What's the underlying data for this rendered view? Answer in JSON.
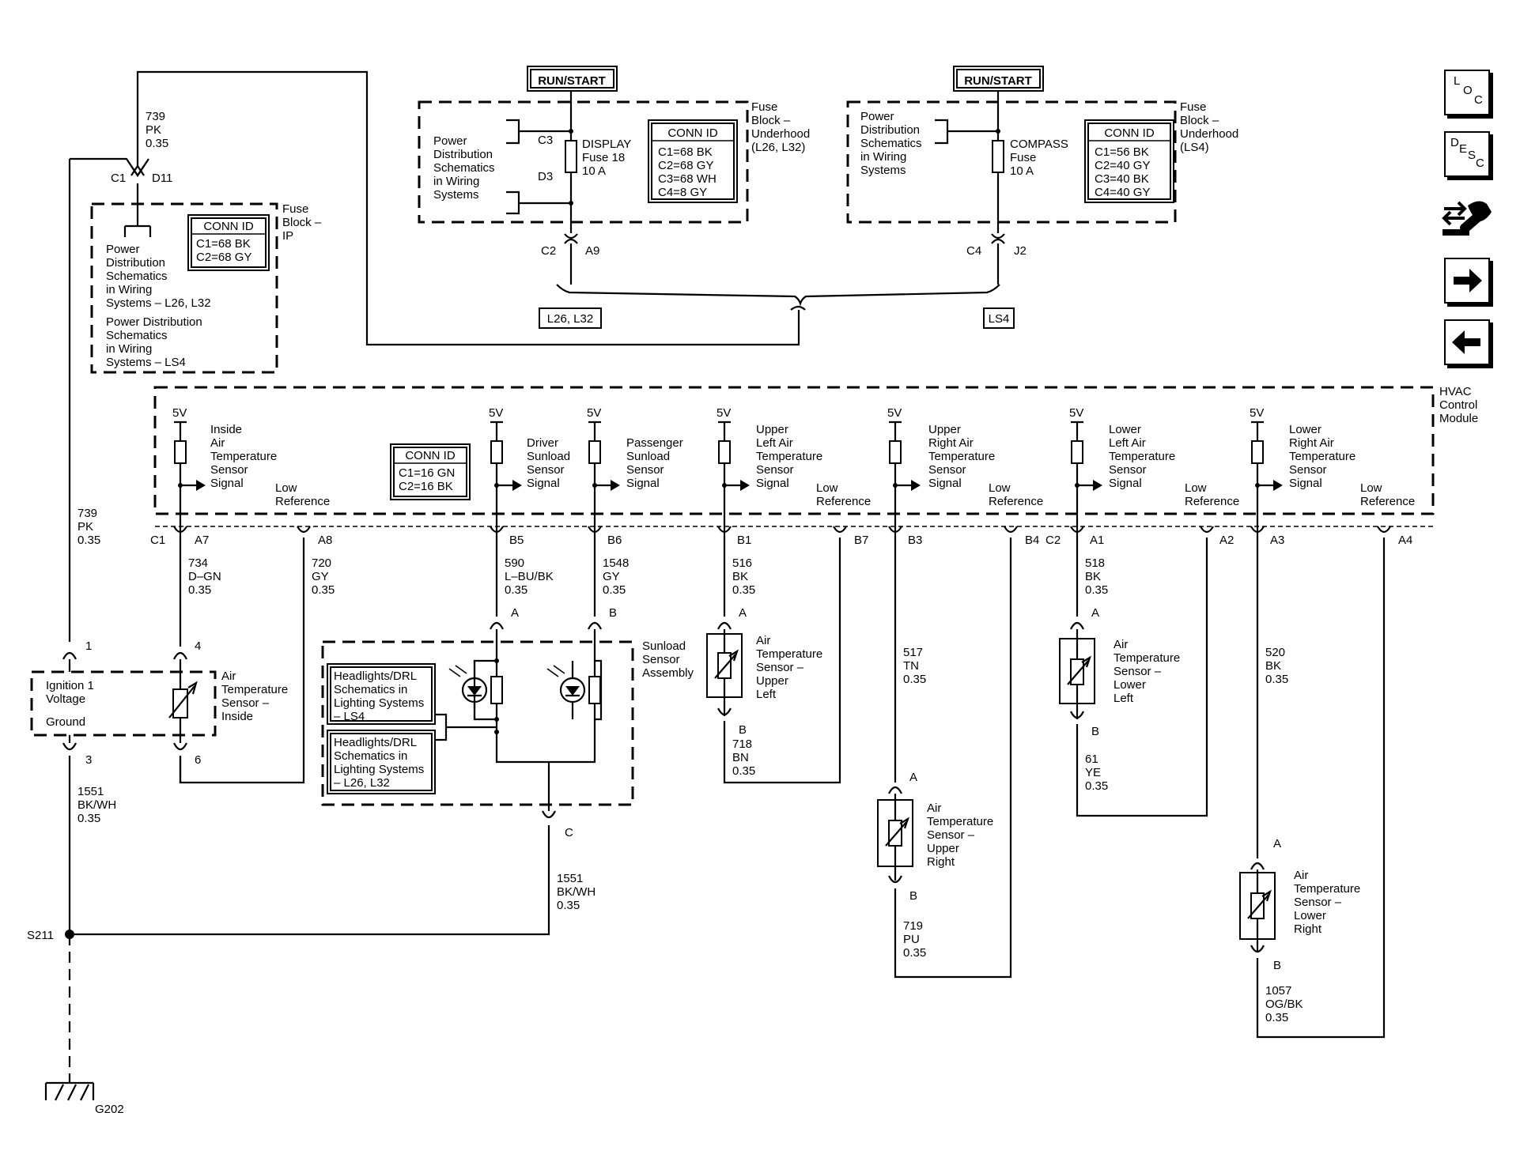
{
  "nav": {
    "loc": [
      "L",
      "O",
      "C"
    ],
    "desc": [
      "D",
      "E",
      "S",
      "C"
    ]
  },
  "top": {
    "runstart_left": "RUN/START",
    "runstart_right": "RUN/START",
    "fuse_underhood_left": [
      "Fuse",
      "Block –",
      "Underhood",
      "(L26, L32)"
    ],
    "fuse_underhood_right": [
      "Fuse",
      "Block –",
      "Underhood",
      "(LS4)"
    ],
    "pds_left": [
      "Power",
      "Distribution",
      "Schematics",
      "in Wiring",
      "Systems"
    ],
    "pds_right": [
      "Power",
      "Distribution",
      "Schematics",
      "in Wiring",
      "Systems"
    ],
    "display_fuse": [
      "DISPLAY",
      "Fuse 18",
      "10 A"
    ],
    "compass_fuse": [
      "COMPASS",
      "Fuse",
      "10 A"
    ],
    "c3": "C3",
    "d3": "D3",
    "c2": "C2",
    "a9": "A9",
    "c4": "C4",
    "j2": "J2",
    "l26": "L26, L32",
    "ls4": "LS4",
    "conn_left": {
      "title": "CONN ID",
      "rows": [
        "C1=68 BK",
        "C2=68 GY",
        "C3=68 WH",
        "C4=8 GY"
      ]
    },
    "conn_right": {
      "title": "CONN ID",
      "rows": [
        "C1=56 BK",
        "C2=40 GY",
        "C3=40 BK",
        "C4=40 GY"
      ]
    }
  },
  "ip": {
    "fuse_block_ip": [
      "Fuse",
      "Block –",
      "IP"
    ],
    "conn": {
      "title": "CONN ID",
      "rows": [
        "C1=68 BK",
        "C2=68 GY"
      ]
    },
    "pds1": [
      "Power",
      "Distribution",
      "Schematics",
      "in Wiring",
      "Systems – L26, L32"
    ],
    "pds2": [
      "Power Distribution",
      "Schematics",
      "in Wiring",
      "Systems – LS4"
    ],
    "wire739": [
      "739",
      "PK",
      "0.35"
    ],
    "c1": "C1",
    "d11": "D11"
  },
  "hvac": {
    "module": [
      "HVAC",
      "Control",
      "Module"
    ],
    "conn": {
      "title": "CONN ID",
      "rows": [
        "C1=16 GN",
        "C2=16 BK"
      ]
    },
    "v5": "5V",
    "sig_inside": [
      "Inside",
      "Air",
      "Temperature",
      "Sensor",
      "Signal"
    ],
    "sig_driver": [
      "Driver",
      "Sunload",
      "Sensor",
      "Signal"
    ],
    "sig_pass": [
      "Passenger",
      "Sunload",
      "Sensor",
      "Signal"
    ],
    "sig_ul": [
      "Upper",
      "Left Air",
      "Temperature",
      "Sensor",
      "Signal"
    ],
    "sig_ur": [
      "Upper",
      "Right Air",
      "Temperature",
      "Sensor",
      "Signal"
    ],
    "sig_ll": [
      "Lower",
      "Left Air",
      "Temperature",
      "Sensor",
      "Signal"
    ],
    "sig_lr": [
      "Lower",
      "Right Air",
      "Temperature",
      "Sensor",
      "Signal"
    ],
    "low_ref": [
      "Low",
      "Reference"
    ],
    "pins": [
      "C1",
      "A7",
      "A8",
      "B5",
      "B6",
      "B1",
      "B7",
      "B3",
      "B4",
      "C2",
      "A1",
      "A2",
      "A3",
      "A4"
    ]
  },
  "wires": {
    "w739b": [
      "739",
      "PK",
      "0.35"
    ],
    "w734": [
      "734",
      "D–GN",
      "0.35"
    ],
    "w720": [
      "720",
      "GY",
      "0.35"
    ],
    "w590": [
      "590",
      "L–BU/BK",
      "0.35"
    ],
    "w1548": [
      "1548",
      "GY",
      "0.35"
    ],
    "w516": [
      "516",
      "BK",
      "0.35"
    ],
    "w718": [
      "718",
      "BN",
      "0.35"
    ],
    "w517": [
      "517",
      "TN",
      "0.35"
    ],
    "w719": [
      "719",
      "PU",
      "0.35"
    ],
    "w518": [
      "518",
      "BK",
      "0.35"
    ],
    "w61": [
      "61",
      "YE",
      "0.35"
    ],
    "w520": [
      "520",
      "BK",
      "0.35"
    ],
    "w1057": [
      "1057",
      "OG/BK",
      "0.35"
    ],
    "w1551a": [
      "1551",
      "BK/WH",
      "0.35"
    ],
    "w1551b": [
      "1551",
      "BK/WH",
      "0.35"
    ]
  },
  "components": {
    "ign": [
      "Ignition 1",
      "Voltage"
    ],
    "ground": "Ground",
    "ats_inside": [
      "Air",
      "Temperature",
      "Sensor –",
      "Inside"
    ],
    "sunload": [
      "Sunload",
      "Sensor",
      "Assembly"
    ],
    "hl1": [
      "Headlights/DRL",
      "Schematics in",
      "Lighting Systems",
      "– LS4"
    ],
    "hl2": [
      "Headlights/DRL",
      "Schematics in",
      "Lighting Systems",
      "– L26, L32"
    ],
    "ats_ul": [
      "Air",
      "Temperature",
      "Sensor –",
      "Upper",
      "Left"
    ],
    "ats_ur": [
      "Air",
      "Temperature",
      "Sensor –",
      "Upper",
      "Right"
    ],
    "ats_ll": [
      "Air",
      "Temperature",
      "Sensor –",
      "Lower",
      "Left"
    ],
    "ats_lr": [
      "Air",
      "Temperature",
      "Sensor –",
      "Lower",
      "Right"
    ],
    "pin1": "1",
    "pin3": "3",
    "pin4": "4",
    "pin6": "6",
    "pinA": "A",
    "pinB": "B",
    "pinC": "C",
    "s211": "S211",
    "g202": "G202"
  }
}
